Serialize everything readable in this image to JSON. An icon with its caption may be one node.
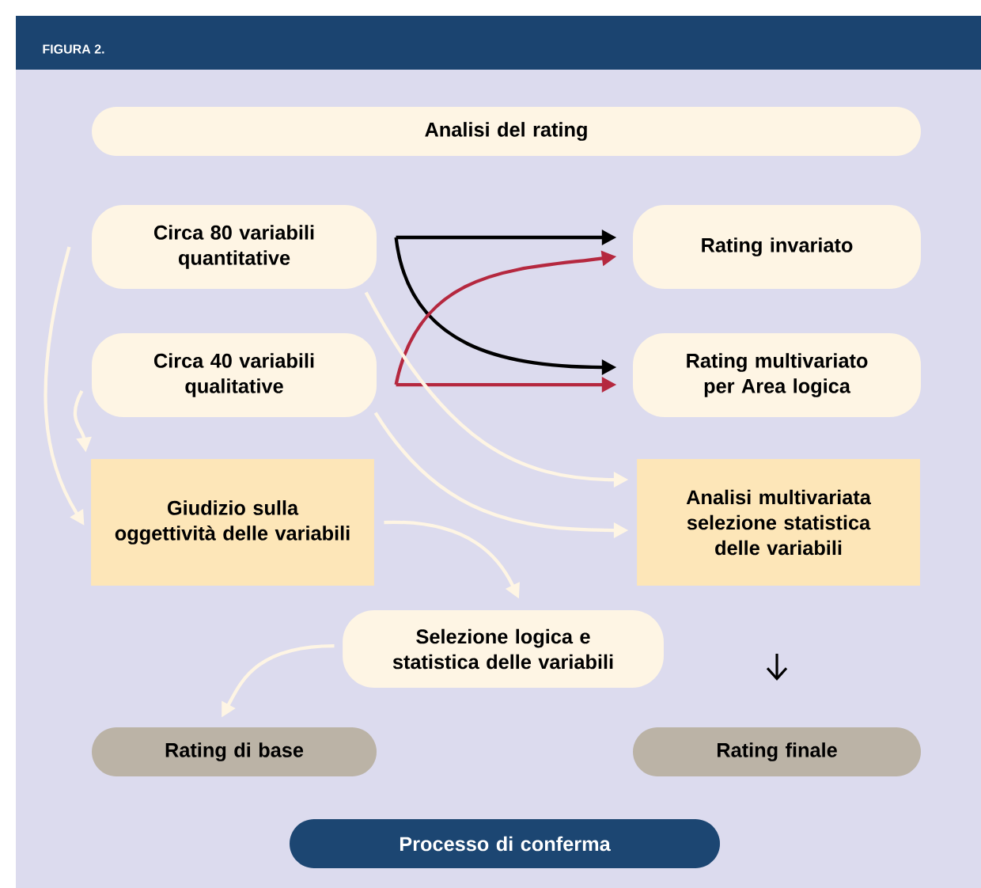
{
  "diagram": {
    "title": "FIGURA 2.",
    "nodes": [
      {
        "text": [
          "Analisi del rating"
        ]
      },
      {
        "text": [
          "Circa 80 variabili quantitative"
        ]
      },
      {
        "text": [
          "Circa 40 variabili qualitative"
        ]
      },
      {
        "text": [
          "Rating invariato"
        ]
      },
      {
        "text": [
          "Rating multivariato per Area logica"
        ]
      },
      {
        "text": [
          "Giudizio sulla oggettività delle variabili"
        ]
      },
      {
        "text": [
          "Analisi multivariata selezione statistica delle variabili"
        ]
      },
      {
        "text": [
          "Selezione logica e statistica delle variabili"
        ]
      },
      {
        "text": [
          "Rating di base"
        ]
      },
      {
        "text": [
          "Rating finale"
        ]
      },
      {
        "text": [
          "Processo di conferma"
        ]
      }
    ],
    "edges": [
      {
        "from": 1,
        "to": 3,
        "arrow": "to",
        "color": "#000000"
      },
      {
        "from": 1,
        "to": 4,
        "arrow": "to",
        "color": "#000000"
      },
      {
        "from": 2,
        "to": 3,
        "arrow": "to",
        "color": "#b5283f"
      },
      {
        "from": 2,
        "to": 4,
        "arrow": "to",
        "color": "#b5283f"
      },
      {
        "from": 1,
        "to": 5,
        "arrow": "to"
      },
      {
        "from": 2,
        "to": 5,
        "arrow": "to"
      },
      {
        "from": 1,
        "to": 6,
        "arrow": "to"
      },
      {
        "from": 2,
        "to": 6,
        "arrow": "to"
      },
      {
        "from": 5,
        "to": 7,
        "arrow": "to"
      },
      {
        "from": 7,
        "to": 8,
        "arrow": "to"
      }
    ]
  }
}
